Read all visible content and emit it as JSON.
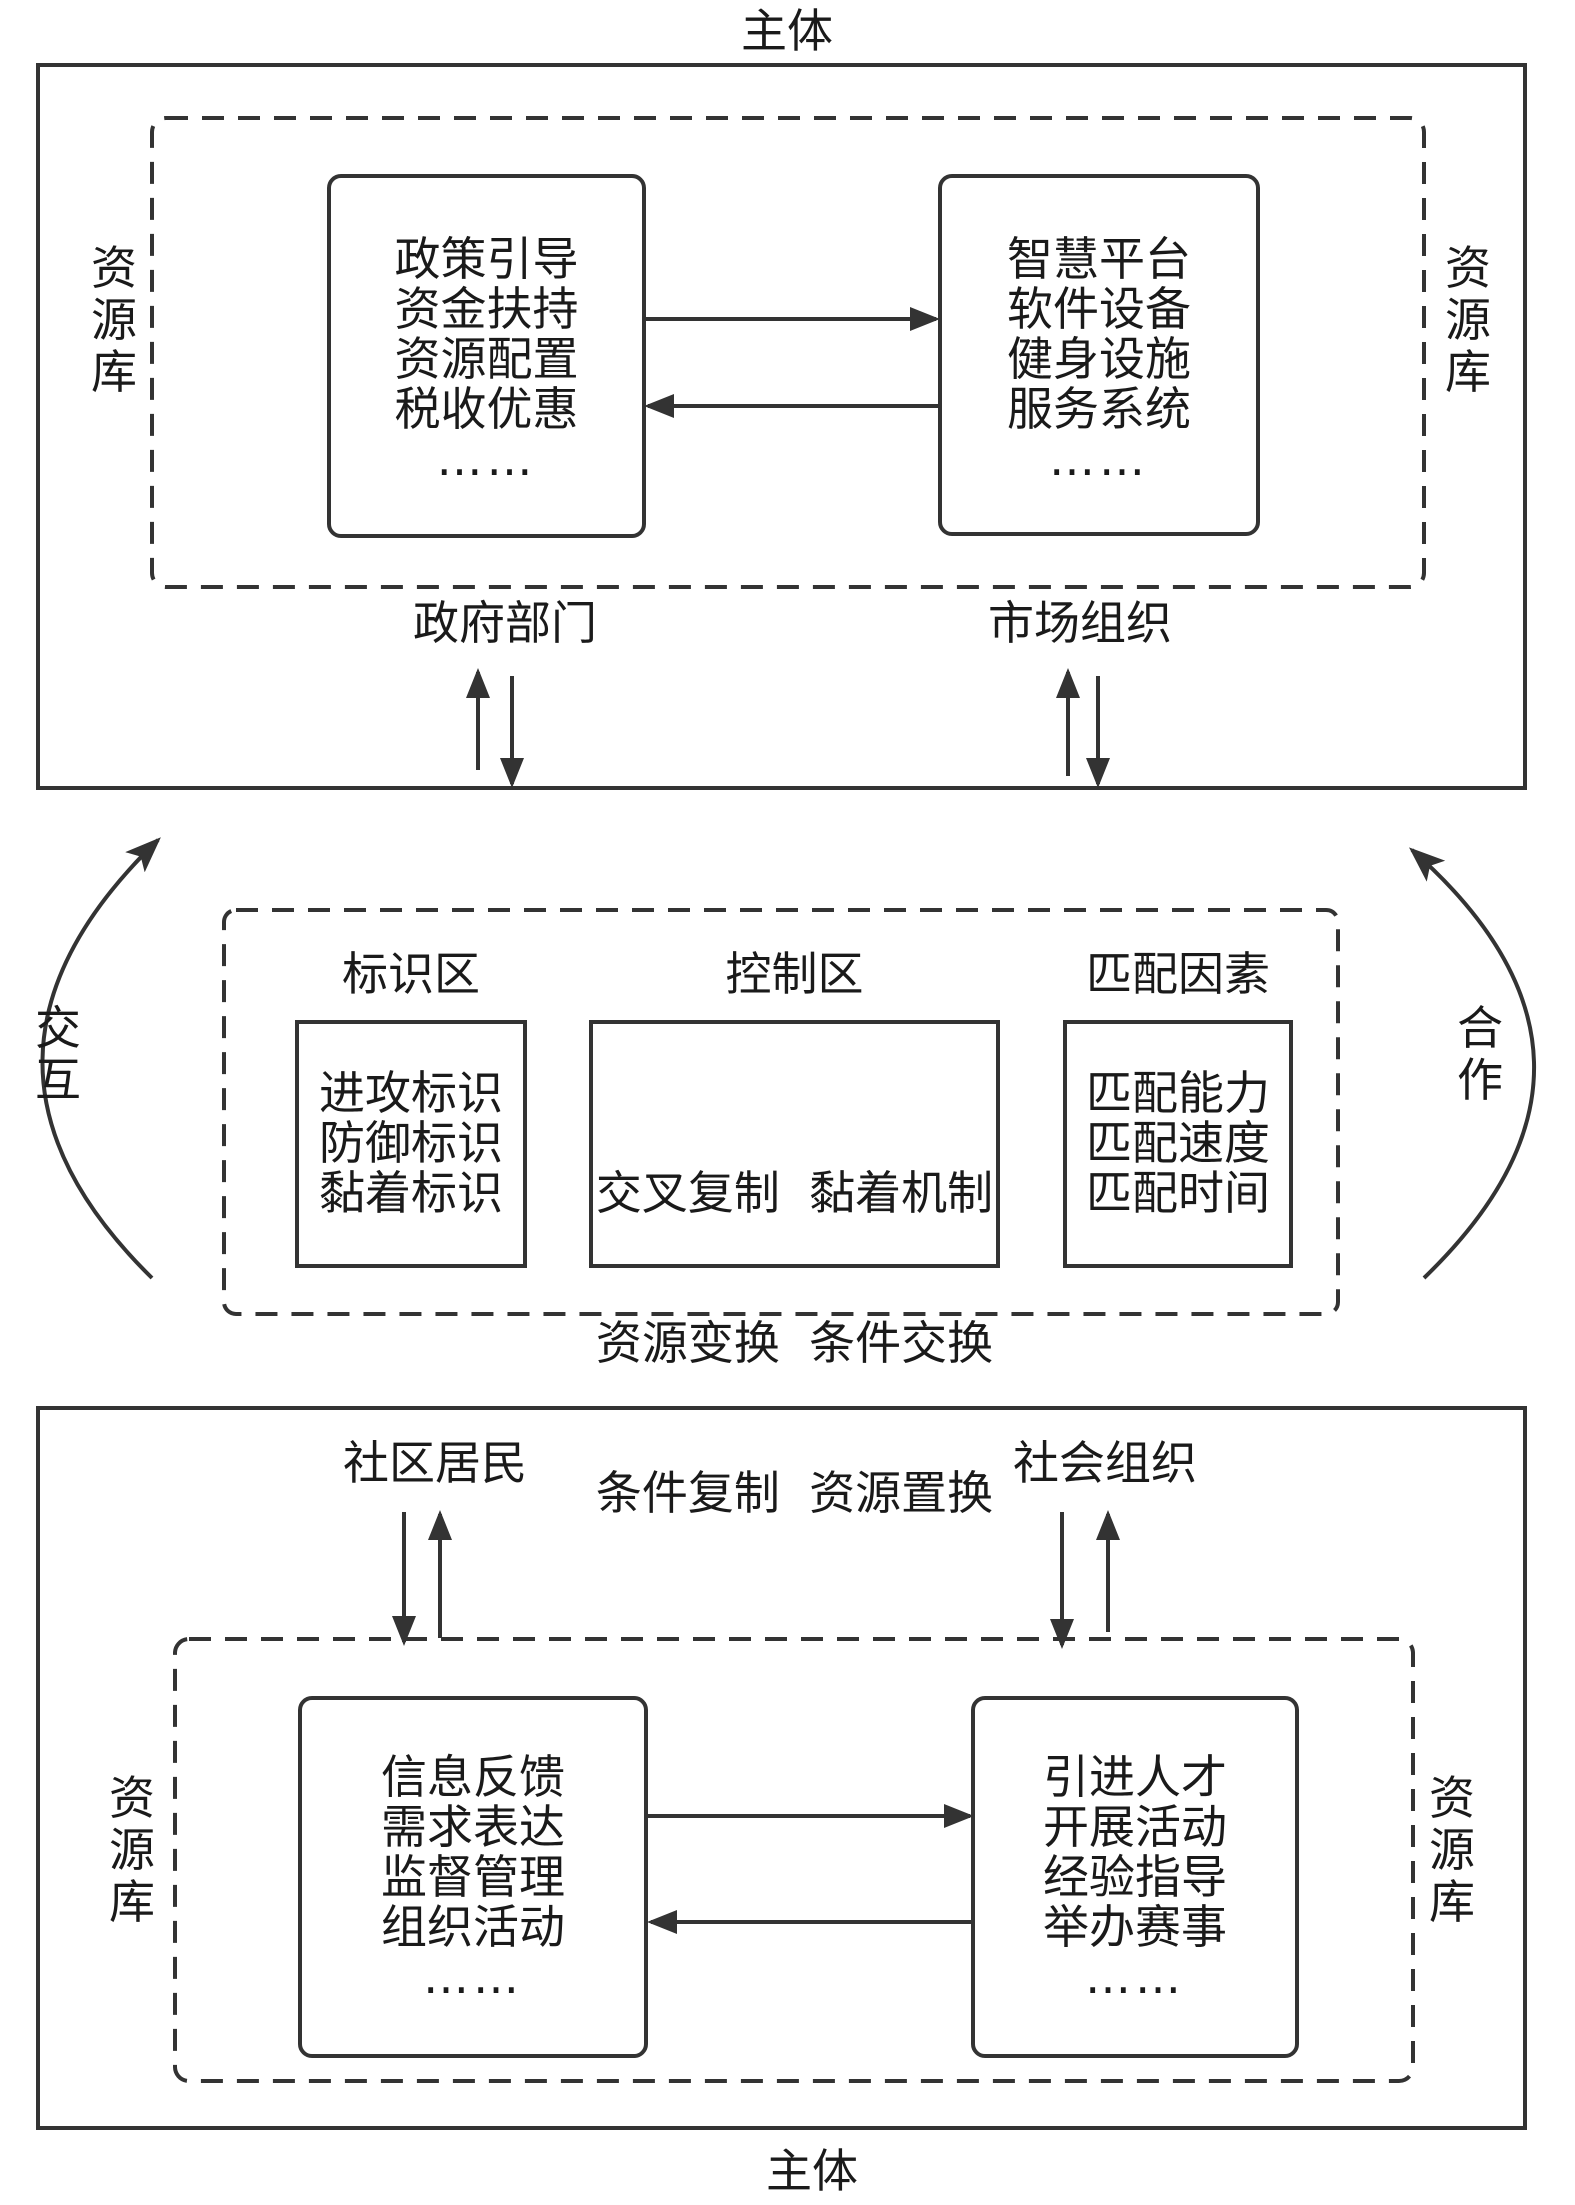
{
  "top": {
    "title": "主体",
    "resource_label_left": "资源库",
    "resource_label_right": "资源库",
    "left_box_lines": [
      "政策引导",
      "资金扶持",
      "资源配置",
      "税收优惠",
      "……"
    ],
    "right_box_lines": [
      "智慧平台",
      "软件设备",
      "健身设施",
      "服务系统",
      "……"
    ],
    "left_actor": "政府部门",
    "right_actor": "市场组织"
  },
  "middle": {
    "left_curve_label": "交互",
    "right_curve_label": "合作",
    "zones": [
      {
        "header": "标识区",
        "lines": [
          "进攻标识",
          "防御标识",
          "黏着标识"
        ]
      },
      {
        "header": "控制区",
        "lines": [
          "交叉复制  黏着机制",
          "资源变换  条件交换",
          "条件复制  资源置换"
        ]
      },
      {
        "header": "匹配因素",
        "lines": [
          "匹配能力",
          "匹配速度",
          "匹配时间"
        ]
      }
    ]
  },
  "bottom": {
    "title": "主体",
    "resource_label_left": "资源库",
    "resource_label_right": "资源库",
    "left_actor": "社区居民",
    "right_actor": "社会组织",
    "left_box_lines": [
      "信息反馈",
      "需求表达",
      "监督管理",
      "组织活动",
      "……"
    ],
    "right_box_lines": [
      "引进人才",
      "开展活动",
      "经验指导",
      "举办赛事",
      "……"
    ]
  },
  "colors": {
    "line": "#333333",
    "text": "#1a1a1a"
  }
}
